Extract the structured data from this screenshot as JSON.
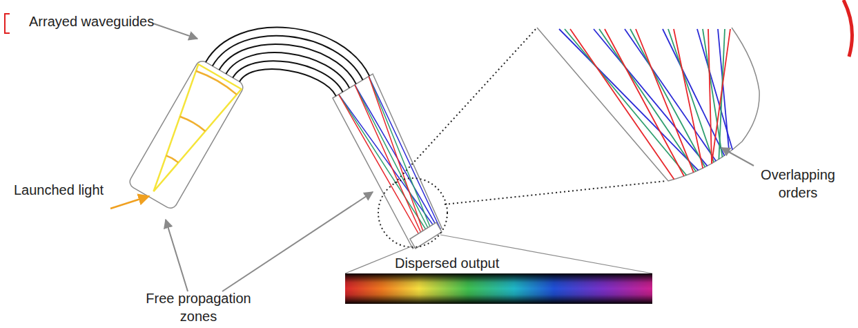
{
  "diagram": {
    "labels": [
      "Arrayed waveguides",
      "Launched light",
      "Free propagation zones",
      "Dispersed output",
      "Overlapping orders"
    ]
  }
}
